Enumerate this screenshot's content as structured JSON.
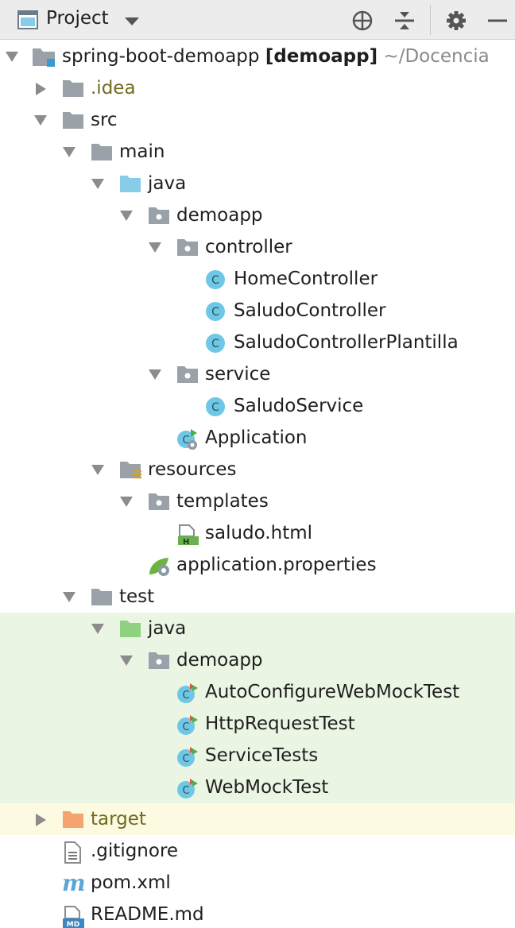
{
  "toolbar": {
    "title": "Project",
    "icons": [
      "project-view-icon",
      "dropdown-chevron-icon",
      "locate-icon",
      "collapse-all-icon",
      "gear-icon",
      "hide-icon"
    ]
  },
  "colors": {
    "folder": "#9aa1a8",
    "source_root": "#87cce8",
    "test_root": "#8fd17e",
    "excluded": "#f4a46e",
    "class_icon": "#6fc7e6",
    "test_row_bg": "#eaf5e3",
    "excluded_row_bg": "#fcfae0"
  },
  "tree": {
    "root": {
      "name": "spring-boot-demoapp",
      "module": "[demoapp]",
      "path": "~/Docencia"
    },
    "idea": ".idea",
    "src": "src",
    "main": "main",
    "main_java": "java",
    "main_pkg": "demoapp",
    "controller": "controller",
    "home_controller": "HomeController",
    "saludo_controller": "SaludoController",
    "saludo_controller_plantilla": "SaludoControllerPlantilla",
    "service": "service",
    "saludo_service": "SaludoService",
    "application": "Application",
    "resources": "resources",
    "templates": "templates",
    "saludo_html": "saludo.html",
    "app_properties": "application.properties",
    "test": "test",
    "test_java": "java",
    "test_pkg": "demoapp",
    "auto_configure_test": "AutoConfigureWebMockTest",
    "http_request_test": "HttpRequestTest",
    "service_tests": "ServiceTests",
    "web_mock_test": "WebMockTest",
    "target": "target",
    "gitignore": ".gitignore",
    "pom": "pom.xml",
    "readme": "README.md"
  }
}
